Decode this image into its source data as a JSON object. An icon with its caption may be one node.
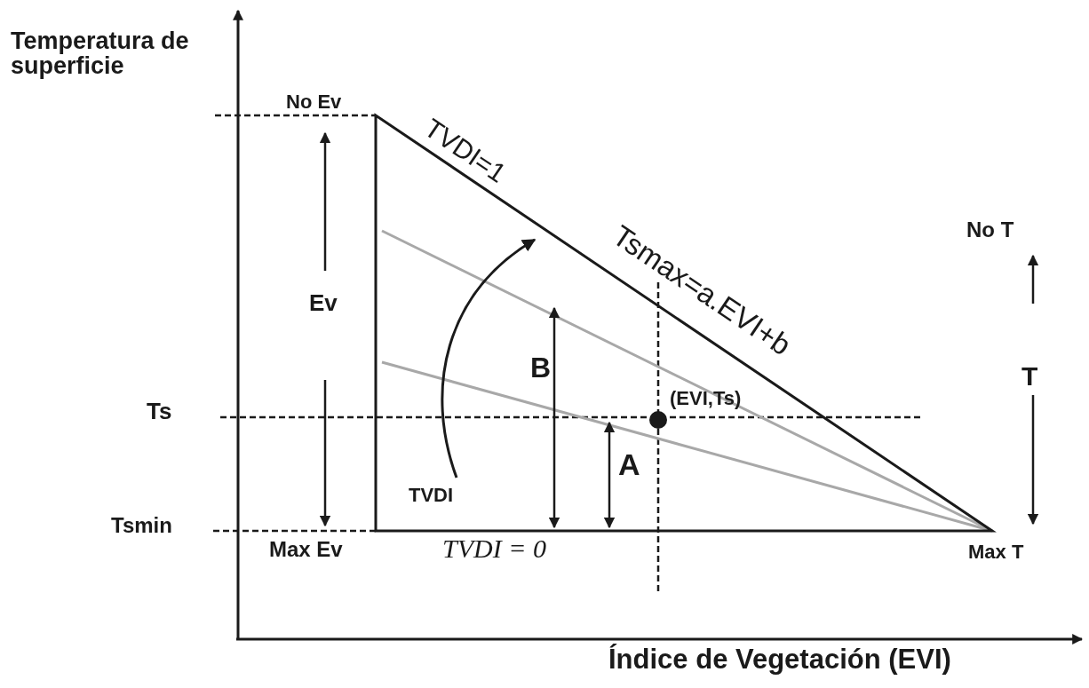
{
  "diagram": {
    "labels": [
      "Temperatura de superficie",
      "No Ev",
      "TVDI=1",
      "Tsmax=a.EVI+b",
      "No T",
      "Ev",
      "B",
      "T",
      "Ts",
      "(EVI,Ts)",
      "A",
      "TVDI",
      "Tsmin",
      "Max Ev",
      "TVDI = 0",
      "Max T",
      "Índice de Vegetación (EVI)"
    ]
  }
}
